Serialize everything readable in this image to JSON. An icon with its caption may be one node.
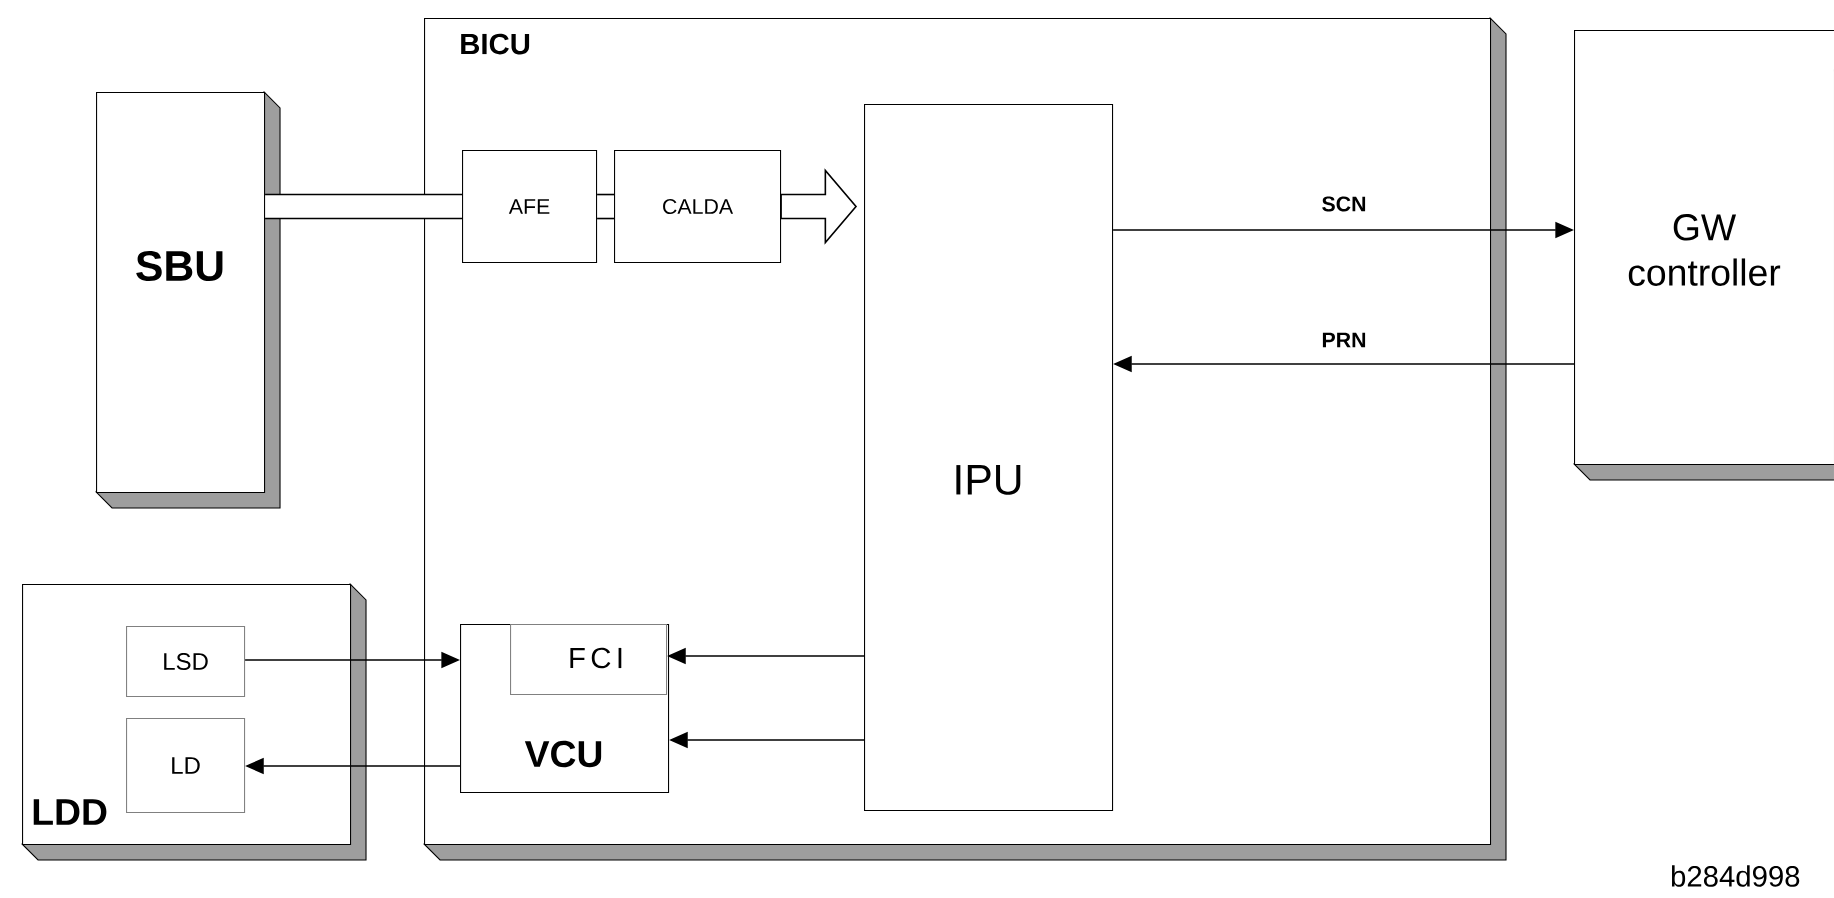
{
  "diagram": {
    "nodes": [
      {
        "text": [
          "SBU"
        ]
      },
      {
        "text": [
          "BICU"
        ]
      },
      {
        "text": [
          "AFE"
        ],
        "in": 1
      },
      {
        "text": [
          "CALDA"
        ],
        "in": 1
      },
      {
        "text": [
          "IPU"
        ],
        "in": 1
      },
      {
        "text": [
          "GW controller"
        ]
      },
      {
        "text": [
          "LDD"
        ]
      },
      {
        "text": [
          "LSD"
        ],
        "in": 6
      },
      {
        "text": [
          "LD"
        ],
        "in": 6
      },
      {
        "text": [
          "VCU"
        ],
        "in": 1
      },
      {
        "text": [
          "FCI"
        ],
        "in": 9
      }
    ],
    "edges": [
      {
        "from": 0,
        "to": 2,
        "arrow": "none",
        "style": "thick"
      },
      {
        "from": 2,
        "to": 3,
        "arrow": "none",
        "style": "thick"
      },
      {
        "from": 3,
        "to": 4,
        "arrow": "to",
        "style": "thick"
      },
      {
        "from": 4,
        "to": 5,
        "arrow": "to",
        "label": "SCN"
      },
      {
        "from": 5,
        "to": 4,
        "arrow": "to",
        "label": "PRN"
      },
      {
        "from": 7,
        "to": 9,
        "arrow": "to"
      },
      {
        "from": 4,
        "to": 10,
        "arrow": "to"
      },
      {
        "from": 4,
        "to": 9,
        "arrow": "to"
      },
      {
        "from": 9,
        "to": 8,
        "arrow": "to"
      }
    ],
    "labels": [
      "b284d998"
    ]
  }
}
